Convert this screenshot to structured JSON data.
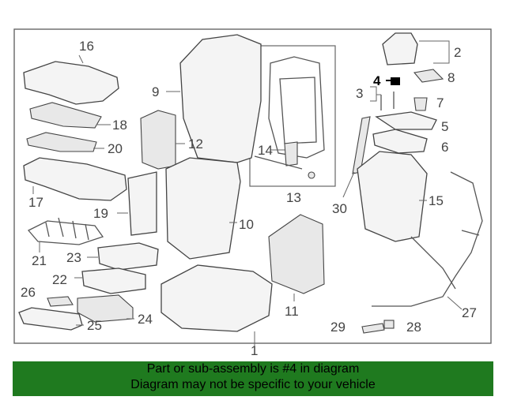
{
  "callouts": {
    "c1": "1",
    "c2": "2",
    "c3": "3",
    "c4": "4",
    "c5": "5",
    "c6": "6",
    "c7": "7",
    "c8": "8",
    "c9": "9",
    "c10": "10",
    "c11": "11",
    "c12": "12",
    "c13": "13",
    "c14": "14",
    "c15": "15",
    "c16": "16",
    "c17": "17",
    "c18": "18",
    "c19": "19",
    "c20": "20",
    "c21": "21",
    "c22": "22",
    "c23": "23",
    "c24": "24",
    "c25": "25",
    "c26": "26",
    "c27": "27",
    "c28": "28",
    "c29": "29",
    "c30": "30"
  },
  "highlight_color": "#000000",
  "banner": {
    "color": "#1f7a1f",
    "line1": "Part or sub-assembly is #4 in diagram",
    "line2": "Diagram may not be specific to your vehicle"
  }
}
